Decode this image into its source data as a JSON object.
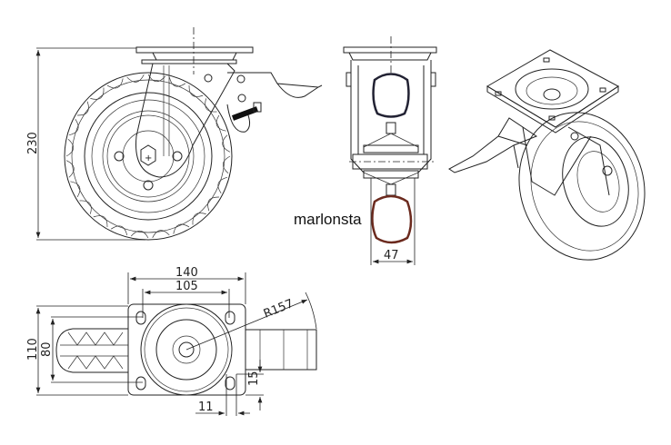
{
  "watermark": "marlonsta",
  "dimensions": {
    "height": "230",
    "width_side": "47",
    "plate_width": "140",
    "hole_spacing_x": "105",
    "plate_length": "110",
    "hole_spacing_y": "80",
    "swivel_radius": "R157",
    "hole_offset": "15",
    "hole_diameter": "11"
  }
}
